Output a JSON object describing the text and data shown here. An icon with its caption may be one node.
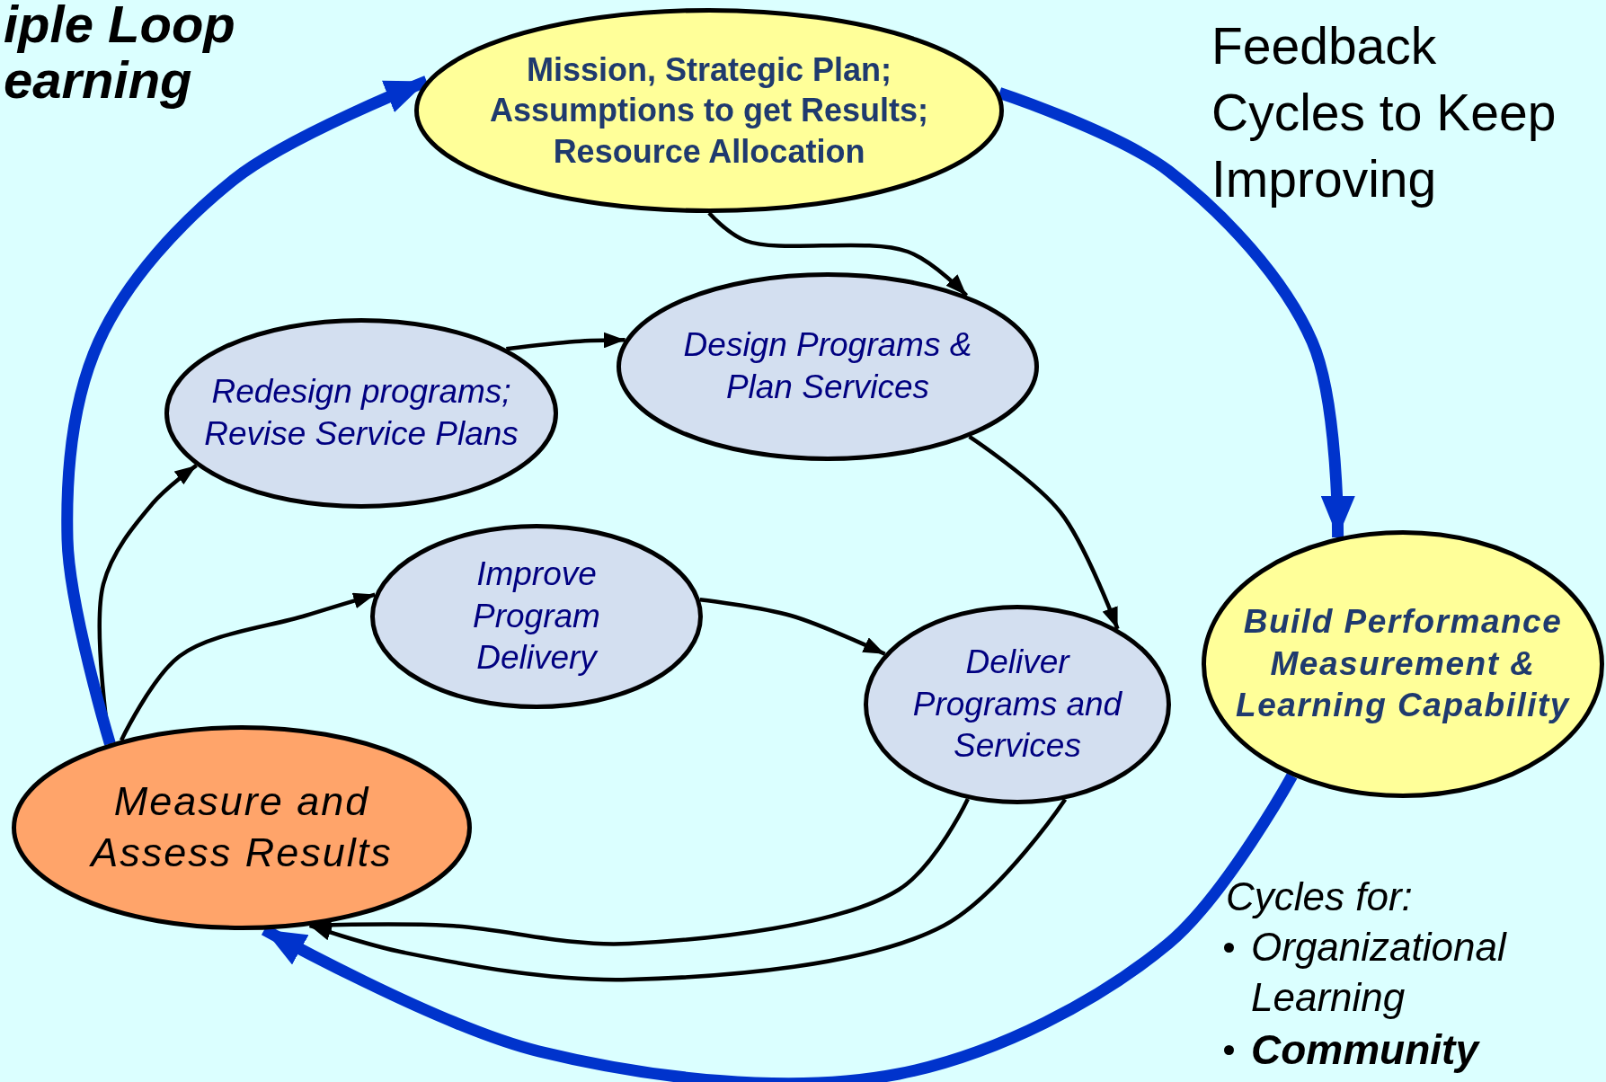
{
  "diagram": {
    "title": "iple Loop earning",
    "nodes": [
      {
        "text": [
          "Mission, Strategic Plan; Assumptions to get Results; Resource Allocation"
        ]
      },
      {
        "text": [
          "Design Programs & Plan Services"
        ]
      },
      {
        "text": [
          "Redesign programs; Revise Service Plans"
        ]
      },
      {
        "text": [
          "Improve Program Delivery"
        ]
      },
      {
        "text": [
          "Deliver Programs and Services"
        ]
      },
      {
        "text": [
          "Measure and Assess Results"
        ]
      },
      {
        "text": [
          "Build Performance Measurement & Learning Capability"
        ]
      }
    ],
    "edges": [
      {
        "from": 0,
        "to": 1,
        "arrow": "to"
      },
      {
        "from": 2,
        "to": 1,
        "arrow": "to"
      },
      {
        "from": 1,
        "to": 4,
        "arrow": "to"
      },
      {
        "from": 3,
        "to": 4,
        "arrow": "to"
      },
      {
        "from": 4,
        "to": 5,
        "arrow": "to"
      },
      {
        "from": 4,
        "to": 5,
        "arrow": "to"
      },
      {
        "from": 5,
        "to": 2,
        "arrow": "to"
      },
      {
        "from": 5,
        "to": 3,
        "arrow": "to"
      },
      {
        "from": 5,
        "to": 0,
        "arrow": "to",
        "style": "thick",
        "color": "#0033cc"
      },
      {
        "from": 0,
        "to": 6,
        "arrow": "to",
        "style": "thick",
        "color": "#0033cc"
      },
      {
        "from": 6,
        "to": 5,
        "arrow": "to",
        "style": "thick",
        "color": "#0033cc"
      }
    ],
    "labels": [
      "Feedback Cycles to Keep Improving",
      "Cycles for:",
      "Organizational Learning",
      "Community"
    ]
  }
}
